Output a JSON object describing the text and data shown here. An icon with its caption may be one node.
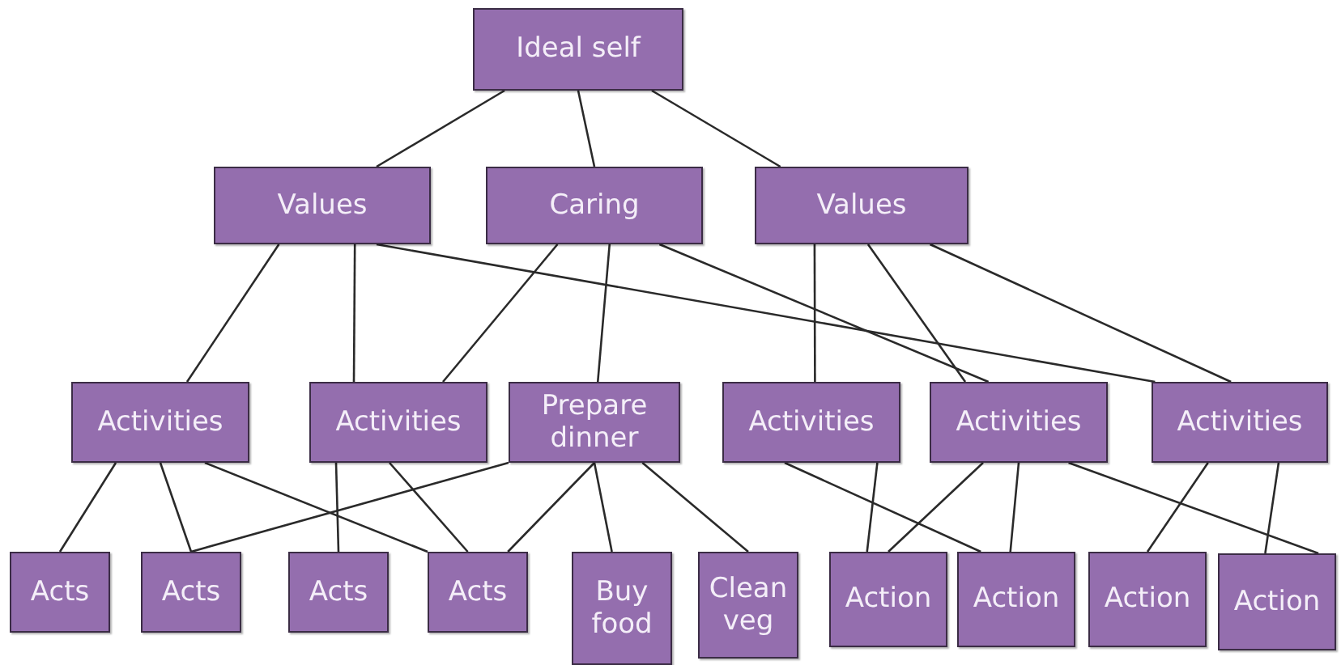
{
  "diagram": {
    "nodes": [
      {
        "text": [
          "Ideal self"
        ]
      },
      {
        "text": [
          "Values"
        ]
      },
      {
        "text": [
          "Caring"
        ]
      },
      {
        "text": [
          "Values"
        ]
      },
      {
        "text": [
          "Activities"
        ]
      },
      {
        "text": [
          "Activities"
        ]
      },
      {
        "text": [
          "Prepare dinner"
        ]
      },
      {
        "text": [
          "Activities"
        ]
      },
      {
        "text": [
          "Activities"
        ]
      },
      {
        "text": [
          "Activities"
        ]
      },
      {
        "text": [
          "Acts"
        ]
      },
      {
        "text": [
          "Acts"
        ]
      },
      {
        "text": [
          "Acts"
        ]
      },
      {
        "text": [
          "Acts"
        ]
      },
      {
        "text": [
          "Buy food"
        ]
      },
      {
        "text": [
          "Clean veg"
        ]
      },
      {
        "text": [
          "Action"
        ]
      },
      {
        "text": [
          "Action"
        ]
      },
      {
        "text": [
          "Action"
        ]
      },
      {
        "text": [
          "Action"
        ]
      }
    ],
    "edges": [
      {
        "from": 0,
        "to": 1,
        "arrow": "none"
      },
      {
        "from": 0,
        "to": 2,
        "arrow": "none"
      },
      {
        "from": 0,
        "to": 3,
        "arrow": "none"
      },
      {
        "from": 1,
        "to": 4,
        "arrow": "none"
      },
      {
        "from": 1,
        "to": 5,
        "arrow": "none"
      },
      {
        "from": 1,
        "to": 9,
        "arrow": "none"
      },
      {
        "from": 2,
        "to": 5,
        "arrow": "none"
      },
      {
        "from": 2,
        "to": 6,
        "arrow": "none"
      },
      {
        "from": 2,
        "to": 8,
        "arrow": "none"
      },
      {
        "from": 3,
        "to": 7,
        "arrow": "none"
      },
      {
        "from": 3,
        "to": 8,
        "arrow": "none"
      },
      {
        "from": 3,
        "to": 9,
        "arrow": "none"
      },
      {
        "from": 4,
        "to": 10,
        "arrow": "none"
      },
      {
        "from": 4,
        "to": 11,
        "arrow": "none"
      },
      {
        "from": 4,
        "to": 13,
        "arrow": "none"
      },
      {
        "from": 5,
        "to": 12,
        "arrow": "none"
      },
      {
        "from": 5,
        "to": 13,
        "arrow": "none"
      },
      {
        "from": 6,
        "to": 11,
        "arrow": "none"
      },
      {
        "from": 6,
        "to": 13,
        "arrow": "none"
      },
      {
        "from": 6,
        "to": 14,
        "arrow": "none"
      },
      {
        "from": 6,
        "to": 15,
        "arrow": "none"
      },
      {
        "from": 7,
        "to": 16,
        "arrow": "none"
      },
      {
        "from": 7,
        "to": 17,
        "arrow": "none"
      },
      {
        "from": 8,
        "to": 16,
        "arrow": "none"
      },
      {
        "from": 8,
        "to": 17,
        "arrow": "none"
      },
      {
        "from": 8,
        "to": 19,
        "arrow": "none"
      },
      {
        "from": 9,
        "to": 18,
        "arrow": "none"
      },
      {
        "from": 9,
        "to": 19,
        "arrow": "none"
      }
    ]
  }
}
